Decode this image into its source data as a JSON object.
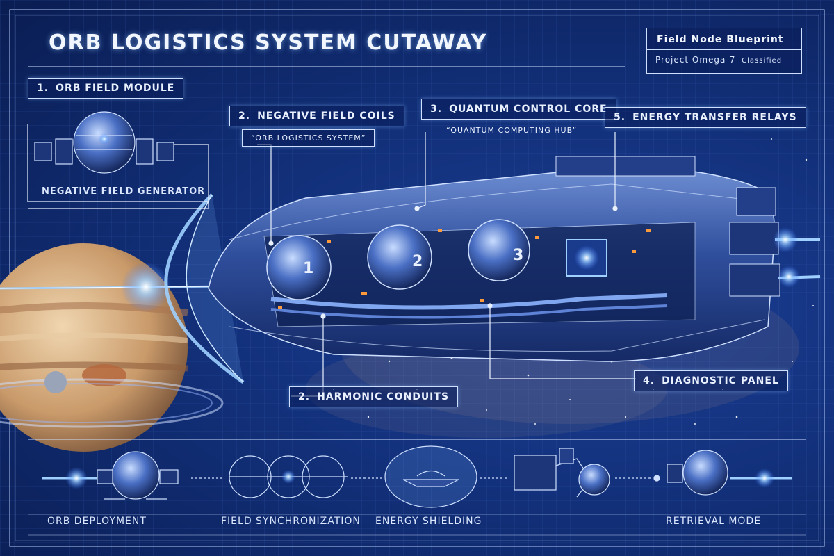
{
  "title": "ORB LOGISTICS SYSTEM CUTAWAY",
  "badge": {
    "title": "Field Node Blueprint",
    "subtitle": "Project Omega-7",
    "classification": "Classified"
  },
  "callouts": {
    "orb_field_module": {
      "num": "1.",
      "label": "ORB FIELD MODULE",
      "caption": "NEGATIVE FIELD GENERATOR"
    },
    "negative_field_coils": {
      "num": "2.",
      "label": "NEGATIVE FIELD COILS",
      "sub": "“ORB LOGISTICS SYSTEM”"
    },
    "quantum_control_core": {
      "num": "3.",
      "label": "QUANTUM CONTROL CORE",
      "sub": "“QUANTUM COMPUTING HUB”"
    },
    "energy_transfer_relays": {
      "num": "5.",
      "label": "ENERGY TRANSFER RELAYS"
    },
    "diagnostic_panel": {
      "num": "4.",
      "label": "DIAGNOSTIC PANEL"
    },
    "harmonic_conduits": {
      "num": "2.",
      "label": "HARMONIC CONDUITS"
    }
  },
  "hull_markers": [
    "1",
    "2",
    "3"
  ],
  "stages": [
    {
      "label": "ORB DEPLOYMENT"
    },
    {
      "label": "FIELD SYNCHRONIZATION"
    },
    {
      "label": "ENERGY SHIELDING"
    },
    {
      "label": "RETRIEVAL MODE"
    }
  ],
  "colors": {
    "blueprint_bg": "#12307a",
    "grid_line": "#3a5fb5",
    "line_white": "#e9f1ff",
    "glow": "#8cc4ff",
    "planet_tan": "#d8b48a",
    "accent_orange": "#ff9a3c"
  }
}
